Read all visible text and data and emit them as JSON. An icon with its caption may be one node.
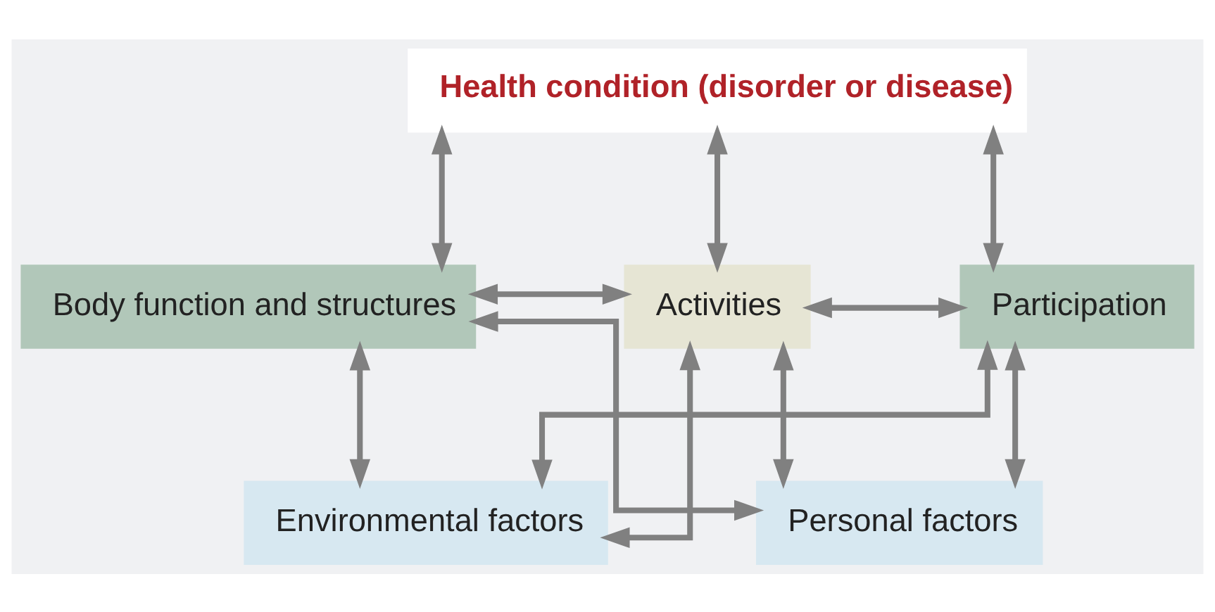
{
  "diagram": {
    "nodes": [
      {
        "text": [
          "Health condition (disorder or disease)"
        ]
      },
      {
        "text": [
          "Body function and structures"
        ]
      },
      {
        "text": [
          "Activities"
        ]
      },
      {
        "text": [
          "Participation"
        ]
      },
      {
        "text": [
          "Environmental factors"
        ]
      },
      {
        "text": [
          "Personal factors"
        ]
      }
    ],
    "edges": [
      {
        "from": 0,
        "to": 1,
        "arrow": "both"
      },
      {
        "from": 0,
        "to": 2,
        "arrow": "both"
      },
      {
        "from": 0,
        "to": 3,
        "arrow": "both"
      },
      {
        "from": 1,
        "to": 2,
        "arrow": "both"
      },
      {
        "from": 2,
        "to": 3,
        "arrow": "both"
      },
      {
        "from": 4,
        "to": 1,
        "arrow": "both"
      },
      {
        "from": 4,
        "to": 2,
        "arrow": "both"
      },
      {
        "from": 4,
        "to": 3,
        "arrow": "both"
      },
      {
        "from": 5,
        "to": 1,
        "arrow": "both"
      },
      {
        "from": 5,
        "to": 2,
        "arrow": "both"
      },
      {
        "from": 5,
        "to": 3,
        "arrow": "both"
      }
    ]
  }
}
